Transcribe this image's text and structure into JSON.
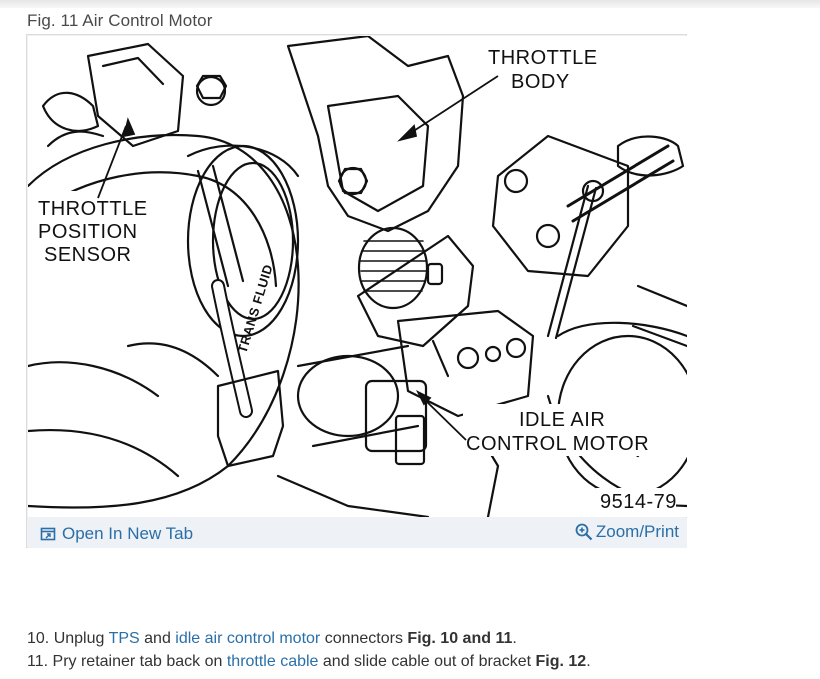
{
  "figure": {
    "caption": "Fig. 11 Air Control Motor",
    "labels": {
      "throttle_body_line1": "THROTTLE",
      "throttle_body_line2": "BODY",
      "tps_line1": "THROTTLE",
      "tps_line2": "POSITION",
      "tps_line3": "SENSOR",
      "trans_fluid": "TRANS FLUID",
      "iac_line1": "IDLE AIR",
      "iac_line2": "CONTROL MOTOR",
      "figure_number": "9514-79"
    },
    "open_new_tab_label": "Open In New Tab",
    "zoom_print_label": "Zoom/Print"
  },
  "steps": [
    {
      "number": "10.",
      "text_1": "Unplug",
      "link_1": "TPS",
      "text_2": "and",
      "link_2": "idle air control motor",
      "text_3": "connectors",
      "bold": "Fig. 10 and 11",
      "text_4": "."
    },
    {
      "number": "11.",
      "text_1": "Pry retainer tab back on",
      "link_1": "throttle cable",
      "text_2": "and slide cable out of bracket",
      "bold": "Fig. 12",
      "text_3": "."
    }
  ],
  "colors": {
    "link": "#2a6fa8",
    "text": "#333333",
    "toolbar_bg": "#eef1f5"
  }
}
